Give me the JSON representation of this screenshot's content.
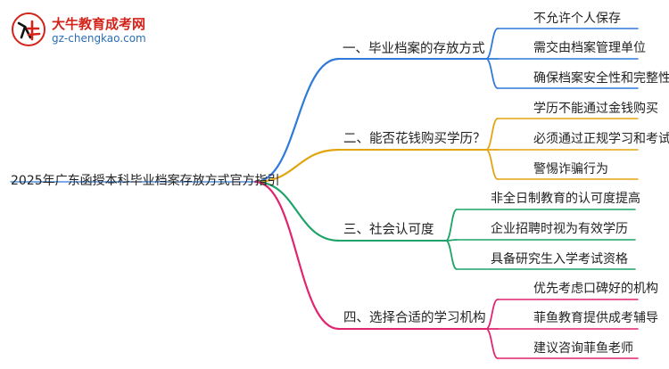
{
  "logo": {
    "title": "大牛教育成考网",
    "url": "gz-chengkao.com"
  },
  "root": {
    "label": "2025年广东函授本科毕业档案存放方式官方指引"
  },
  "branches": [
    {
      "label": "一、毕业档案的存放方式",
      "color": "#2f7ad8",
      "leaves": [
        "不允许个人保存",
        "需交由档案管理单位",
        "确保档案安全性和完整性"
      ]
    },
    {
      "label": "二、能否花钱购买学历？",
      "color": "#e3a412",
      "leaves": [
        "学历不能通过金钱购买",
        "必须通过正规学习和考试",
        "警惕诈骗行为"
      ]
    },
    {
      "label": "三、社会认可度",
      "color": "#1fa36a",
      "leaves": [
        "非全日制教育的认可度提高",
        "企业招聘时视为有效学历",
        "具备研究生入学考试资格"
      ]
    },
    {
      "label": "四、选择合适的学习机构",
      "color": "#e0246e",
      "leaves": [
        "优先考虑口碑好的机构",
        "菲鱼教育提供成考辅导",
        "建议咨询菲鱼老师"
      ]
    }
  ]
}
